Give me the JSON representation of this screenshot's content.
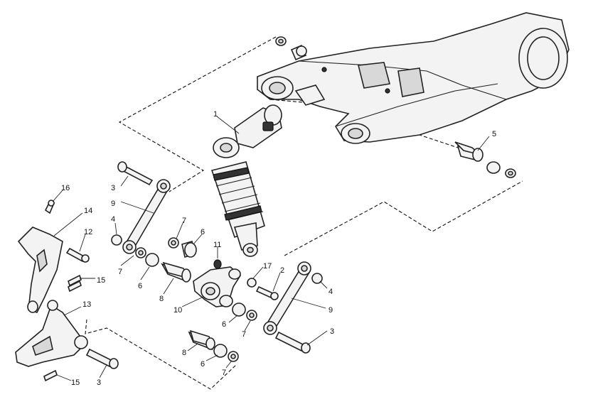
{
  "diagram": {
    "callouts": [
      {
        "id": "c1",
        "label": "1"
      },
      {
        "id": "c2",
        "label": "2"
      },
      {
        "id": "c3a",
        "label": "3"
      },
      {
        "id": "c3b",
        "label": "3"
      },
      {
        "id": "c3c",
        "label": "3"
      },
      {
        "id": "c4a",
        "label": "4"
      },
      {
        "id": "c4b",
        "label": "4"
      },
      {
        "id": "c5",
        "label": "5"
      },
      {
        "id": "c6a",
        "label": "6"
      },
      {
        "id": "c6b",
        "label": "6"
      },
      {
        "id": "c6c",
        "label": "6"
      },
      {
        "id": "c6d",
        "label": "6"
      },
      {
        "id": "c7a",
        "label": "7"
      },
      {
        "id": "c7b",
        "label": "7"
      },
      {
        "id": "c7c",
        "label": "7"
      },
      {
        "id": "c7d",
        "label": "7"
      },
      {
        "id": "c8a",
        "label": "8"
      },
      {
        "id": "c8b",
        "label": "8"
      },
      {
        "id": "c9a",
        "label": "9"
      },
      {
        "id": "c9b",
        "label": "9"
      },
      {
        "id": "c10",
        "label": "10"
      },
      {
        "id": "c11",
        "label": "11"
      },
      {
        "id": "c12",
        "label": "12"
      },
      {
        "id": "c13",
        "label": "13"
      },
      {
        "id": "c14",
        "label": "14"
      },
      {
        "id": "c15a",
        "label": "15"
      },
      {
        "id": "c15b",
        "label": "15"
      },
      {
        "id": "c16",
        "label": "16"
      },
      {
        "id": "c17",
        "label": "17"
      }
    ]
  }
}
